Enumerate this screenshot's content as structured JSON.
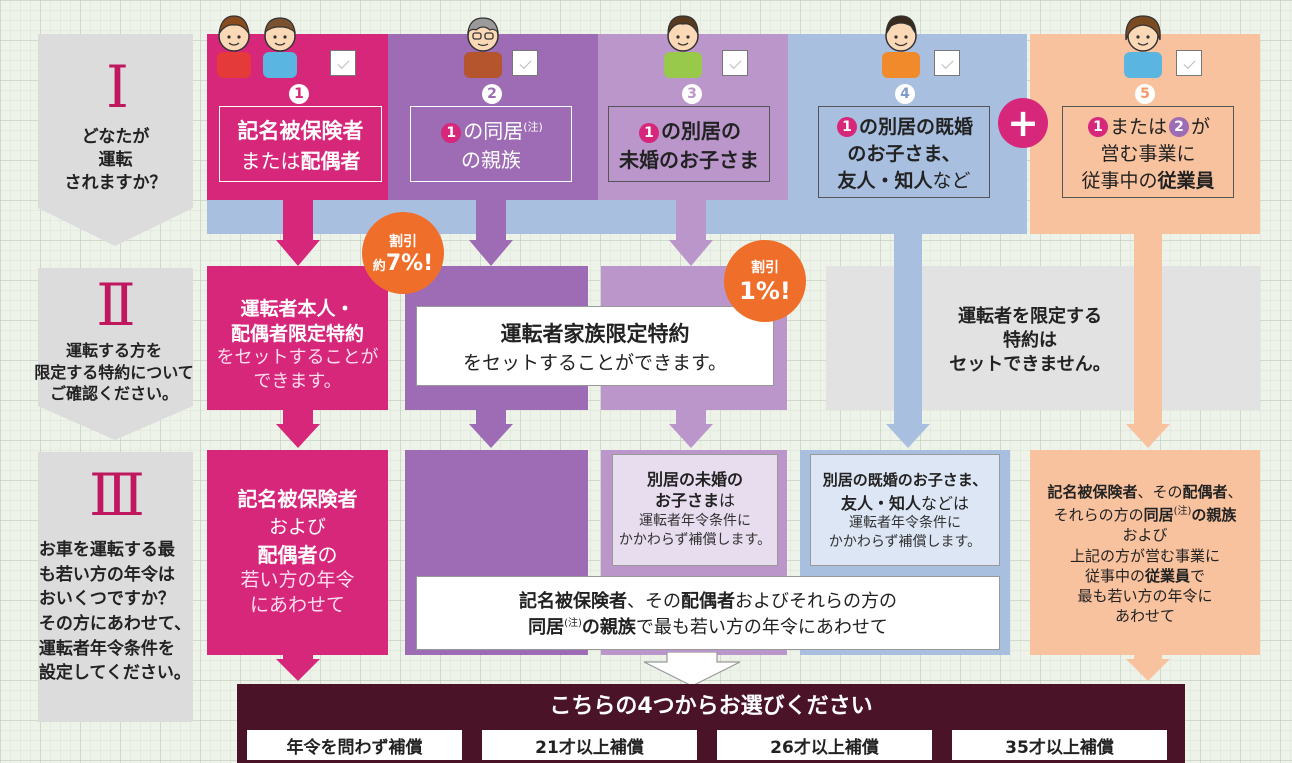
{
  "colors": {
    "driver_spouse": "#d6277a",
    "cohabiting_relative": "#9d6cb4",
    "unmarried_child": "#ba96cb",
    "married_child_friend": "#a9bfe0",
    "employee": "#f9c29f",
    "step_number": "#c0175f",
    "discount_badge": "#ef6e2a",
    "final_bar": "#4a1328"
  },
  "steps": [
    {
      "number": "Ⅰ",
      "text": "どなたが\n運転\nされますか？"
    },
    {
      "number": "Ⅱ",
      "text": "運転する方を\n限定する特約について\nご確認ください。"
    },
    {
      "number": "Ⅲ",
      "text": "お車を運転する最\nも若い方の年令は\nおいくつですか？\nその方にあわせて、\n運転者年令条件を\n設定してください。"
    }
  ],
  "drivers": [
    {
      "number": "1",
      "line1_bold": "記名被保険者",
      "line2_pre": "または",
      "line2_bold": "配偶者",
      "icon": "person-couple-icon"
    },
    {
      "number": "2",
      "ref": "1",
      "line1_post": "の同居",
      "note": "(注)",
      "line2": "の親族",
      "icon": "elderly-man-icon"
    },
    {
      "number": "3",
      "ref": "1",
      "line1_post": "の別居の",
      "line2": "未婚のお子さま",
      "icon": "young-man-icon"
    },
    {
      "number": "4",
      "ref": "1",
      "line1_post": "の別居の既婚",
      "line2": "のお子さま、",
      "line3_bold": "友人・知人",
      "line3_rest": "など",
      "icon": "man-icon"
    },
    {
      "number": "5",
      "ref1": "1",
      "mid": "または",
      "ref2": "2",
      "tail": "が",
      "line2": "営む事業に",
      "line3_pre": "従事中の",
      "line3_bold": "従業員",
      "icon": "woman-icon"
    }
  ],
  "plus_sign": "+",
  "riders": {
    "self_spouse": {
      "title": "運転者本人・\n配偶者限定特約",
      "body": "をセットすることが\nできます。"
    },
    "family": {
      "title": "運転者家族限定特約",
      "body": "をセットすることができます。"
    },
    "none": {
      "text": "運転者を限定する\n特約は\nセットできません。"
    }
  },
  "badges": [
    {
      "top": "割引",
      "pre": "約",
      "value": "7%!"
    },
    {
      "top": "割引",
      "value": "1%!"
    }
  ],
  "age": {
    "self_spouse": {
      "bold1": "記名被保険者",
      "mid": "および",
      "bold2": "配偶者",
      "tail": "の",
      "rest": "若い方の年令\nにあわせて"
    },
    "unmarried_child": {
      "bold": "別居の未婚の\nお子さま",
      "tail": "は",
      "rest": "運転者年令条件に\nかかわらず補償します。"
    },
    "married_child": {
      "bold1": "別居の既婚のお子さま、",
      "bold2": "友人・知人",
      "tail": "などは",
      "rest": "運転者年令条件に\nかかわらず補償します。"
    },
    "employee": {
      "bold1": "記名被保険者",
      "mid1": "、その",
      "bold2": "配偶者",
      "mid2": "、",
      "line2_pre": "それらの方の",
      "line2_bold": "同居",
      "note": "(注)",
      "line2_bold2": "の親族",
      "rest": "および\n上記の方が営む事業に\n従事中の",
      "bold3": "従業員",
      "tail": "で\n最も若い方の年令に\nあわせて"
    },
    "family": {
      "bold1": "記名被保険者",
      "mid1": "、その",
      "bold2": "配偶者",
      "mid2": "およびそれらの方の",
      "bold3": "同居",
      "note": "(注)",
      "bold4": "の親族",
      "tail": "で最も若い方の年令にあわせて"
    }
  },
  "final": {
    "title": "こちらの4つからお選びください",
    "options": [
      "年令を問わず補償",
      "21才以上補償",
      "26才以上補償",
      "35才以上補償"
    ]
  }
}
